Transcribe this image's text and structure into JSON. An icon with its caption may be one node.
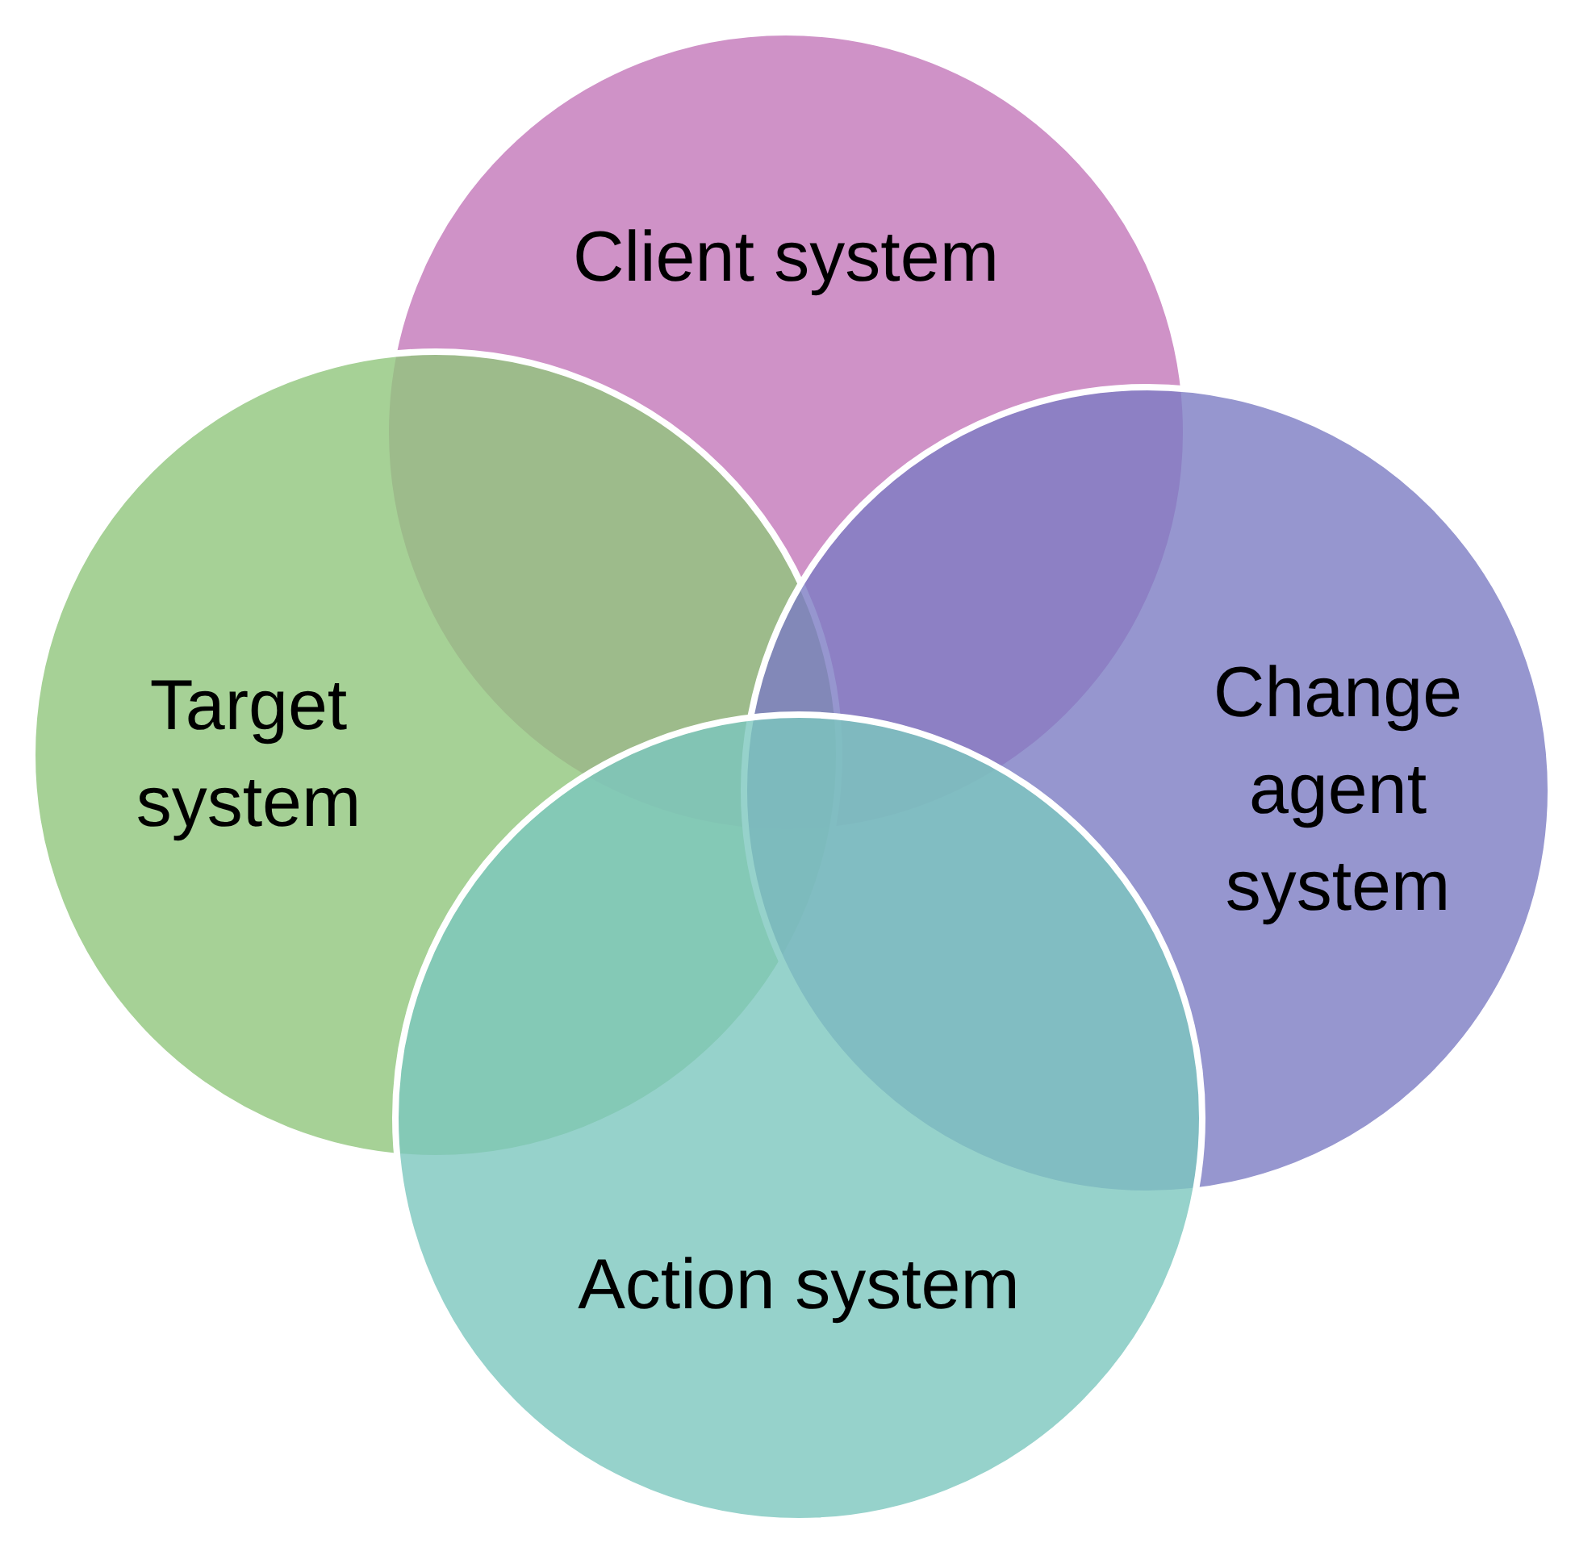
{
  "diagram": {
    "nodes": [
      {
        "text": [
          "Client system"
        ]
      },
      {
        "text": [
          "Target system"
        ]
      },
      {
        "text": [
          "Change agent system"
        ]
      },
      {
        "text": [
          "Action system"
        ]
      }
    ]
  }
}
